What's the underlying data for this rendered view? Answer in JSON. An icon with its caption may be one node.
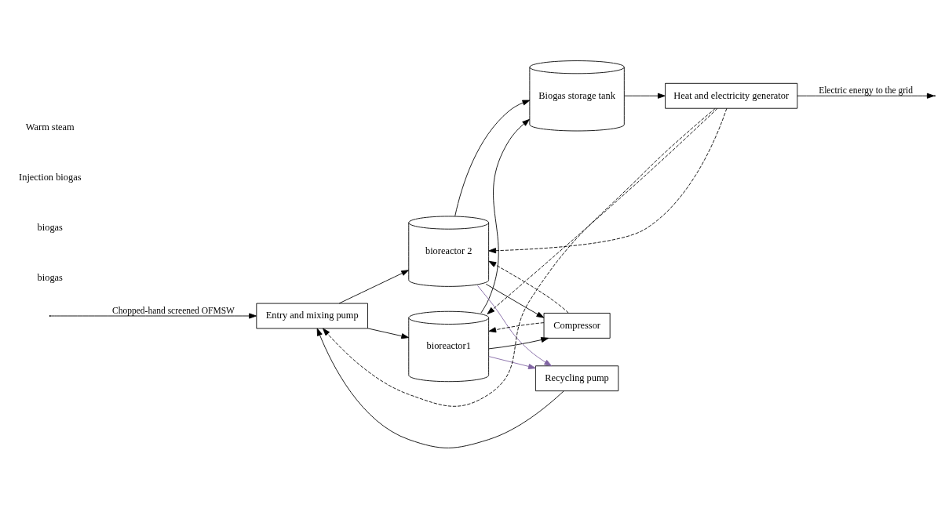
{
  "diagram": {
    "nodes": [
      {
        "text": [
          "Entry and mixing pump"
        ]
      },
      {
        "text": [
          "bioreactor1"
        ]
      },
      {
        "text": [
          "bioreactor 2"
        ]
      },
      {
        "text": [
          "Biogas storage tank"
        ]
      },
      {
        "text": [
          "Heat and electricity generator"
        ]
      },
      {
        "text": [
          "Compressor"
        ]
      },
      {
        "text": [
          "Recycling pump"
        ]
      }
    ],
    "edges": [
      {
        "from": null,
        "to": 0,
        "arrow": "to",
        "label": "Chopped-hand screened OFMSW"
      },
      {
        "from": 0,
        "to": 1,
        "arrow": "to"
      },
      {
        "from": 0,
        "to": 2,
        "arrow": "to"
      },
      {
        "from": 1,
        "to": 3,
        "arrow": "to"
      },
      {
        "from": 1,
        "to": 5,
        "arrow": "to"
      },
      {
        "from": 2,
        "to": 3,
        "arrow": "to"
      },
      {
        "from": 2,
        "to": 5,
        "arrow": "to"
      },
      {
        "from": 3,
        "to": 4,
        "arrow": "to"
      },
      {
        "from": 4,
        "to": null,
        "arrow": "to",
        "label": "Electric energy to the grid"
      },
      {
        "from": 5,
        "to": 1,
        "arrow": "to",
        "style": "dashed"
      },
      {
        "from": 5,
        "to": 2,
        "arrow": "to",
        "style": "dashed"
      },
      {
        "from": 4,
        "to": 1,
        "arrow": "to",
        "style": "dashed"
      },
      {
        "from": 4,
        "to": 2,
        "arrow": "to",
        "style": "dashed"
      },
      {
        "from": 4,
        "to": 0,
        "arrow": "to",
        "style": "dashed"
      },
      {
        "from": 1,
        "to": 6,
        "arrow": "to",
        "color": "#8064a2"
      },
      {
        "from": 2,
        "to": 6,
        "arrow": "to",
        "color": "#8064a2"
      },
      {
        "from": 6,
        "to": 0,
        "arrow": "to"
      }
    ],
    "labels": [
      "biogas",
      "biogas",
      "Injection biogas",
      "Warm steam"
    ]
  }
}
